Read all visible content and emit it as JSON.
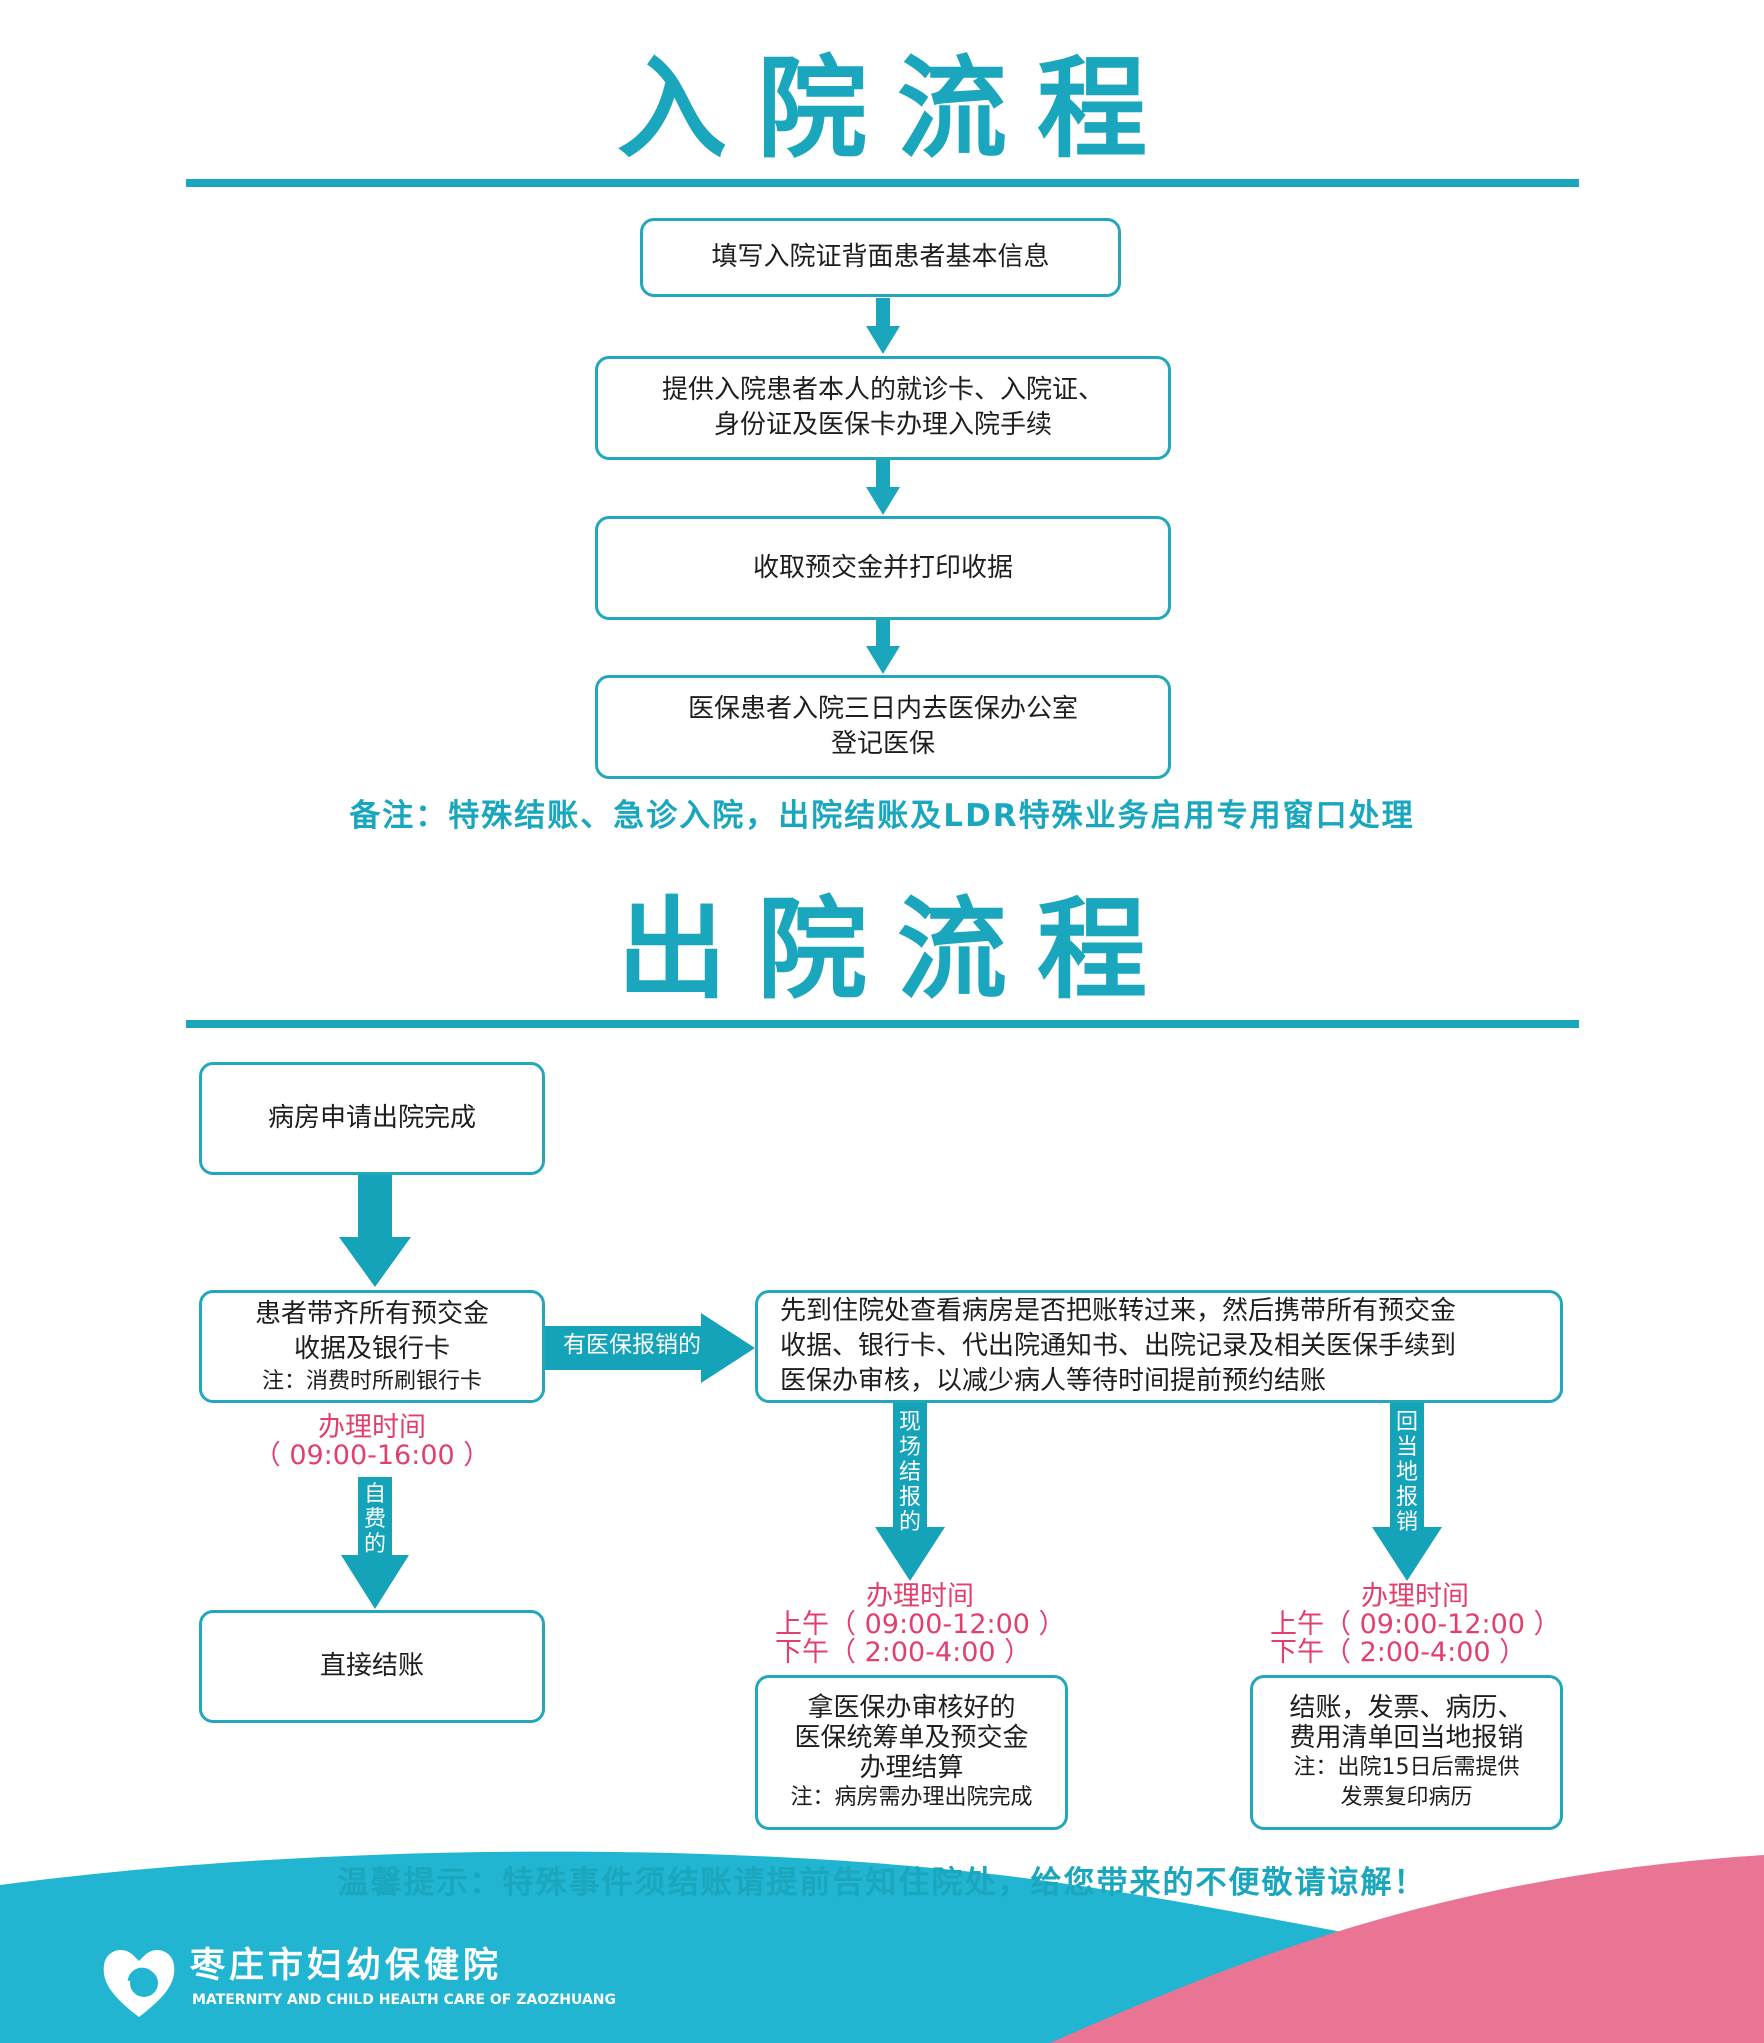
{
  "admission": {
    "title": "入院流程",
    "steps": [
      {
        "lines": [
          "填写入院证背面患者基本信息"
        ]
      },
      {
        "lines": [
          "提供入院患者本人的就诊卡、入院证、",
          "身份证及医保卡办理入院手续"
        ]
      },
      {
        "lines": [
          "收取预交金并打印收据"
        ]
      },
      {
        "lines": [
          "医保患者入院三日内去医保办公室",
          "登记医保"
        ]
      }
    ],
    "remark": "备注：特殊结账、急诊入院，出院结账及LDR特殊业务启用专用窗口处理"
  },
  "discharge": {
    "title": "出院流程",
    "ward_apply": "病房申请出院完成",
    "patient_box": {
      "line1": "患者带齐所有预交金",
      "line2": "收据及银行卡",
      "note": "注：消费时所刷银行卡"
    },
    "time_left": {
      "label": "办理时间",
      "range": "（ 09:00-16:00 ）"
    },
    "self_pay_label": "自费的",
    "direct_settle": "直接结账",
    "insurance_arrow_label": "有医保报销的",
    "insurance_box": {
      "line1": "先到住院处查看病房是否把账转过来，然后携带所有预交金",
      "line2": "收据、银行卡、代出院通知书、出院记录及相关医保手续到",
      "line3": "医保办审核，以减少病人等待时间提前预约结账"
    },
    "onsite_label": "现场结报的",
    "local_label": "回当地报销",
    "time_mid": {
      "label": "办理时间",
      "am": "上午（ 09:00-12:00 ）",
      "pm": "下午（ 2:00-4:00 ）"
    },
    "time_right": {
      "label": "办理时间",
      "am": "上午（ 09:00-12:00 ）",
      "pm": "下午（ 2:00-4:00 ）"
    },
    "onsite_box": {
      "line1": "拿医保办审核好的",
      "line2": "医保统筹单及预交金",
      "line3": "办理结算",
      "note": "注：病房需办理出院完成"
    },
    "local_box": {
      "line1": "结账，发票、病历、",
      "line2": "费用清单回当地报销",
      "note1": "注：出院15日后需提供",
      "note2": "发票复印病历"
    },
    "tip": "温馨提示：特殊事件须结账请提前告知住院处，给您带来的不便敬请谅解！"
  },
  "footer": {
    "hospital_name": "枣庄市妇幼保健院",
    "hospital_name_en": "MATERNITY AND CHILD HEALTH CARE OF ZAOZHUANG"
  },
  "colors": {
    "accent": "#1aa6bd",
    "pink_text": "#e1406d",
    "footer_pink": "#ea7494"
  }
}
